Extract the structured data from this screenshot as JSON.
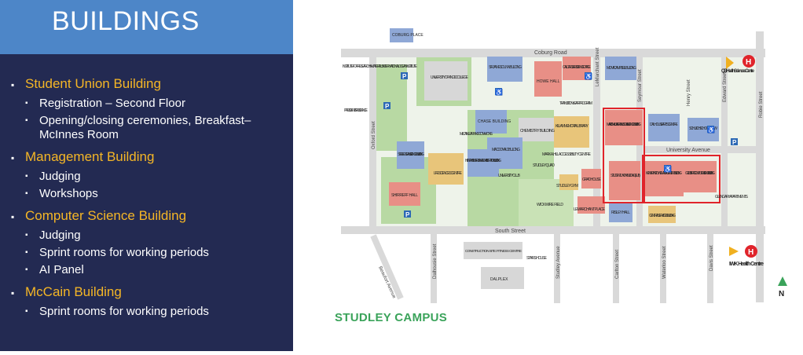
{
  "slide": {
    "title": "BUILDINGS",
    "sections": [
      {
        "heading": "Student Union Building",
        "items": [
          "Registration – Second Floor",
          "Opening/closing ceremonies, Breakfast– McInnes Room"
        ]
      },
      {
        "heading": "Management Building",
        "items": [
          "Judging",
          "Workshops"
        ]
      },
      {
        "heading": "Computer Science Building",
        "items": [
          "Judging",
          "Sprint rooms for working periods",
          "AI Panel"
        ]
      },
      {
        "heading": "McCain Building",
        "items": [
          "Sprint rooms for working periods"
        ]
      }
    ],
    "bullet": "▪"
  },
  "map": {
    "campus_label": "STUDLEY CAMPUS",
    "streets": {
      "coburg_road": "Coburg Road",
      "university_avenue": "University Avenue",
      "south_street": "South Street",
      "oxford_street": "Oxford Street",
      "lebreton": "LeMarchant Street",
      "seymour": "Seymour Street",
      "henry": "Henry Street",
      "edward": "Edward Street",
      "robie": "Robie Street",
      "dalhousie": "Dalhousie Street",
      "studley_ave": "Studley Avenue",
      "carlton": "Carlton Street",
      "waterloo": "Waterloo Street",
      "davis": "Davis Street",
      "beaufort": "Beaufort Avenue"
    },
    "buildings": {
      "coburg_place": "COBURG PLACE",
      "irm": "INSTITUTE FOR RESEARCH IN MATERIALS/ INTERNATIONAL OCEAN INSTITUTE",
      "kings": "UNIVERSITY OF KING'S COLLEGE",
      "dunn": "SIR JAMES DUNN BUILDING",
      "howe": "HOWE HALL",
      "oalcard": "OALCARD & RESIDENCE OFFICE",
      "campbell": "MONA CAMPBELL BUILDING",
      "presidents": "PRESIDENT'S RESIDENCE",
      "transition": "TRANSITION YEAR PROGRAM",
      "qeii": "QEII Health Sciences Centre",
      "chase": "CHASE BUILDING",
      "chemistry": "CHEMISTRY BUILDING",
      "killam": "KILLAM MEMORIAL LIBRARY",
      "mccain": "MARION McCAIN ARTS AND SOCIAL SCIENCES BUILDING",
      "dal_arts": "DALHOUSIE ARTS CENTRE",
      "schulich": "SCHULICH SCHOOL OF LAW",
      "mclc": "McCAIN LEARNING COMMONS",
      "macdonald": "MACDONALD BUILDING",
      "steele": "STEELE OCEAN SCIENCES BUILDING",
      "hicks": "HENRY HICKS ARTS AND ADMINISTRATION BUILDING",
      "mark_hill": "MARK A. HILL ACCESSIBILITY CENTRE",
      "studley_quad": "STUDLEY QUAD",
      "life_sci": "LIFE SCIENCES CENTRE",
      "univ_club": "UNIVERSITY CLUB",
      "grad_house": "GRAD HOUSE",
      "studley_gym": "STUDLEY GYM",
      "sub": "STUDENT UNION BUILDING (SUB)",
      "rowe": "KENNETH C. ROWE MANAGEMENT BUILDING",
      "goldberg": "GOLDBERG COMPUTER SCIENCE BUILDING",
      "shirreff": "SHIRREFF HALL",
      "wickwire": "WICKWIRE FIELD",
      "lemarchant": "LEMARCHANT PLACE",
      "risley": "RISLEY HALL",
      "central_services": "CENTRAL SERVICES BUILDING",
      "glengary": "GLENGARY APARTMENTS",
      "construction": "CONSTRUCTION SITE: FITNESS CENTRE",
      "stairs": "STAIRS HOUSE",
      "dalplex": "DALPLEX",
      "iwk": "IWK Health Centre"
    },
    "north": "N",
    "hospital_symbol": "H",
    "parking_symbol": "P",
    "accessible_symbol": "♿",
    "colors": {
      "highlight": "#e0242b",
      "building_blue": "#8fa8d6",
      "building_red": "#e88f86",
      "building_gold": "#e8c57a",
      "green": "#b8d9a3",
      "road": "#d9d9d9",
      "text_green": "#3aa35a"
    }
  }
}
